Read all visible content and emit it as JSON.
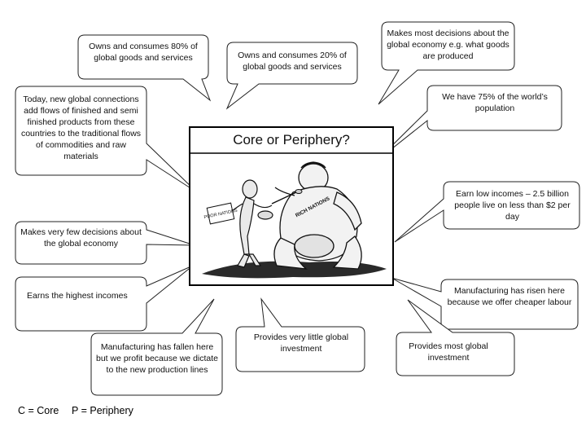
{
  "bubbles": [
    {
      "id": "b1",
      "text": "Owns and consumes 80% of global goods and services"
    },
    {
      "id": "b2",
      "text": "Owns and consumes 20% of global goods and services"
    },
    {
      "id": "b3",
      "text": "Makes most decisions about the global economy e.g. what goods are produced"
    },
    {
      "id": "b4",
      "text": "Today, new global connections add flows of finished and semi finished products from these countries to the traditional flows of commodities and raw materials"
    },
    {
      "id": "b5",
      "text": "We have 75% of the world’s population"
    },
    {
      "id": "b6",
      "text": "Earn low incomes – 2.5 billion people live on less than $2 per day"
    },
    {
      "id": "b7",
      "text": "Makes very few decisions about the global economy"
    },
    {
      "id": "b8",
      "text": "Earns the highest incomes"
    },
    {
      "id": "b9",
      "text": "Manufacturing has risen here because we offer cheaper labour"
    },
    {
      "id": "b10",
      "text": "Manufacturing has fallen here but we profit because we dictate to the new production lines"
    },
    {
      "id": "b11",
      "text": "Provides very little global investment"
    },
    {
      "id": "b12",
      "text": "Provides most global investment"
    }
  ],
  "title": "Core or Periphery?",
  "cartoon": {
    "poor_sign": "POOR NATIONS",
    "rich_shirt": "RICH NATIONS"
  },
  "legend": {
    "core": "C = Core",
    "periphery": "P = Periphery"
  }
}
